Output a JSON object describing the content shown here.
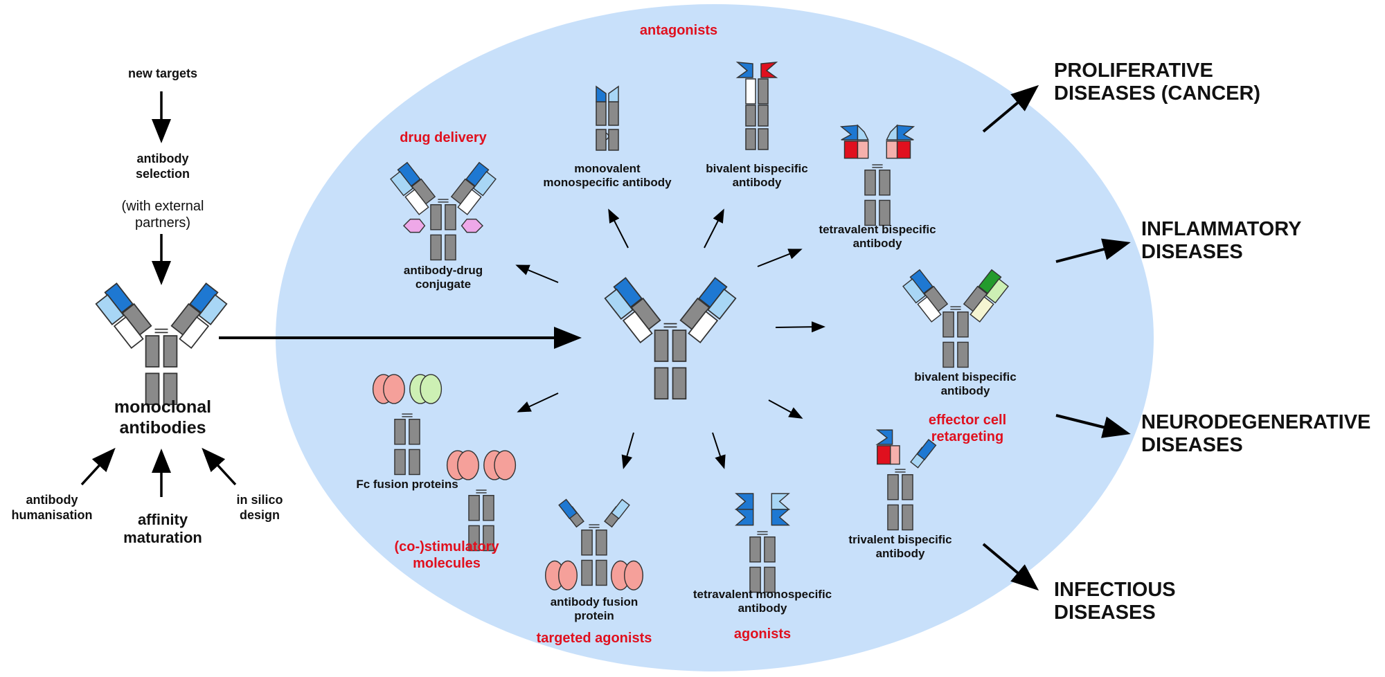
{
  "left_panel": {
    "new_targets": "new targets",
    "antibody_selection": "antibody selection",
    "with_external_partners": "(with external partners)",
    "monoclonal_antibodies": "monoclonal antibodies",
    "antibody_humanisation": "antibody humanisation",
    "affinity_maturation": "affinity maturation",
    "in_silico_design": "in silico design"
  },
  "categories": {
    "antagonists": "antagonists",
    "drug_delivery": "drug delivery",
    "effector_cell_retargeting": "effector cell retargeting",
    "co_stimulatory_molecules": "(co-)stimulatory molecules",
    "targeted_agonists": "targeted agonists",
    "agonists": "agonists"
  },
  "formats": {
    "monovalent_monospecific": "monovalent monospecific antibody",
    "bivalent_bispecific_top": "bivalent bispecific antibody",
    "tetravalent_bispecific": "tetravalent bispecific antibody",
    "antibody_drug_conjugate": "antibody-drug conjugate",
    "bivalent_bispecific_right": "bivalent bispecific antibody",
    "trivalent_bispecific": "trivalent bispecific antibody",
    "tetravalent_monospecific": "tetravalent monospecific antibody",
    "antibody_fusion_protein": "antibody fusion protein",
    "fc_fusion_proteins": "Fc fusion proteins"
  },
  "diseases": {
    "proliferative": "PROLIFERATIVE DISEASES (CANCER)",
    "inflammatory": "INFLAMMATORY DISEASES",
    "neurodegenerative": "NEURODEGENERATIVE DISEASES",
    "infectious": "INFECTIOUS DISEASES"
  },
  "colors": {
    "ellipse": "#c8e0fa",
    "label_red": "#e0101e",
    "dark_blue": "#1e78d2",
    "light_blue": "#a8d6f5",
    "grey": "#8a8a8a",
    "white": "#ffffff",
    "red": "#e0101e",
    "pink": "#f5b0ac",
    "green": "#239b2d",
    "pale_green": "#cdf0b4",
    "pale_yellow": "#f5f5d2",
    "salmon": "#f5a09a",
    "lilac": "#eea8e8"
  }
}
